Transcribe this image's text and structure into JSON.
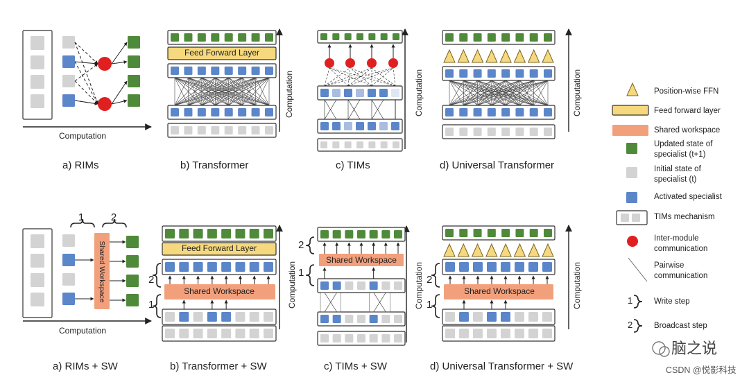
{
  "captions": {
    "rims": "a) RIMs",
    "transformer": "b) Transformer",
    "tims": "c) TIMs",
    "universal": "d) Universal Transformer",
    "rims_sw": "a) RIMs + SW",
    "transformer_sw": "b) Transformer + SW",
    "tims_sw": "c) TIMs + SW",
    "universal_sw": "d) Universal Transformer + SW"
  },
  "labels": {
    "computation": "Computation",
    "feed_forward_layer": "Feed Forward Layer",
    "shared_workspace": "Shared Workspace",
    "shared_workspace_vertical": "Shared Workspace",
    "step_1": "1",
    "step_2": "2"
  },
  "legend": {
    "position_ffn": "Position-wise FFN",
    "feed_forward": "Feed forward layer",
    "shared_workspace": "Shared workspace",
    "updated_line1": "Updated state of",
    "updated_line2": "specialist (t+1)",
    "initial_line1": "Initial state of",
    "initial_line2": "specialist (t)",
    "activated": "Activated specialist",
    "tims_mechanism": "TIMs mechanism",
    "inter_line1": "Inter-module",
    "inter_line2": "communication",
    "pairwise_line1": "Pairwise",
    "pairwise_line2": "communication",
    "write_step": "Write step",
    "broadcast_step": "Broadcast step",
    "num_1": "1",
    "num_2": "2"
  },
  "watermark": {
    "brand": "脑之说",
    "credit": "CSDN @悦影科技"
  },
  "colors": {
    "green": "#4f8a3a",
    "blue": "#5b86c9",
    "gray": "#d3d3d3",
    "yellow": "#f6d97e",
    "orange": "#f2a07c",
    "red": "#e02020"
  }
}
